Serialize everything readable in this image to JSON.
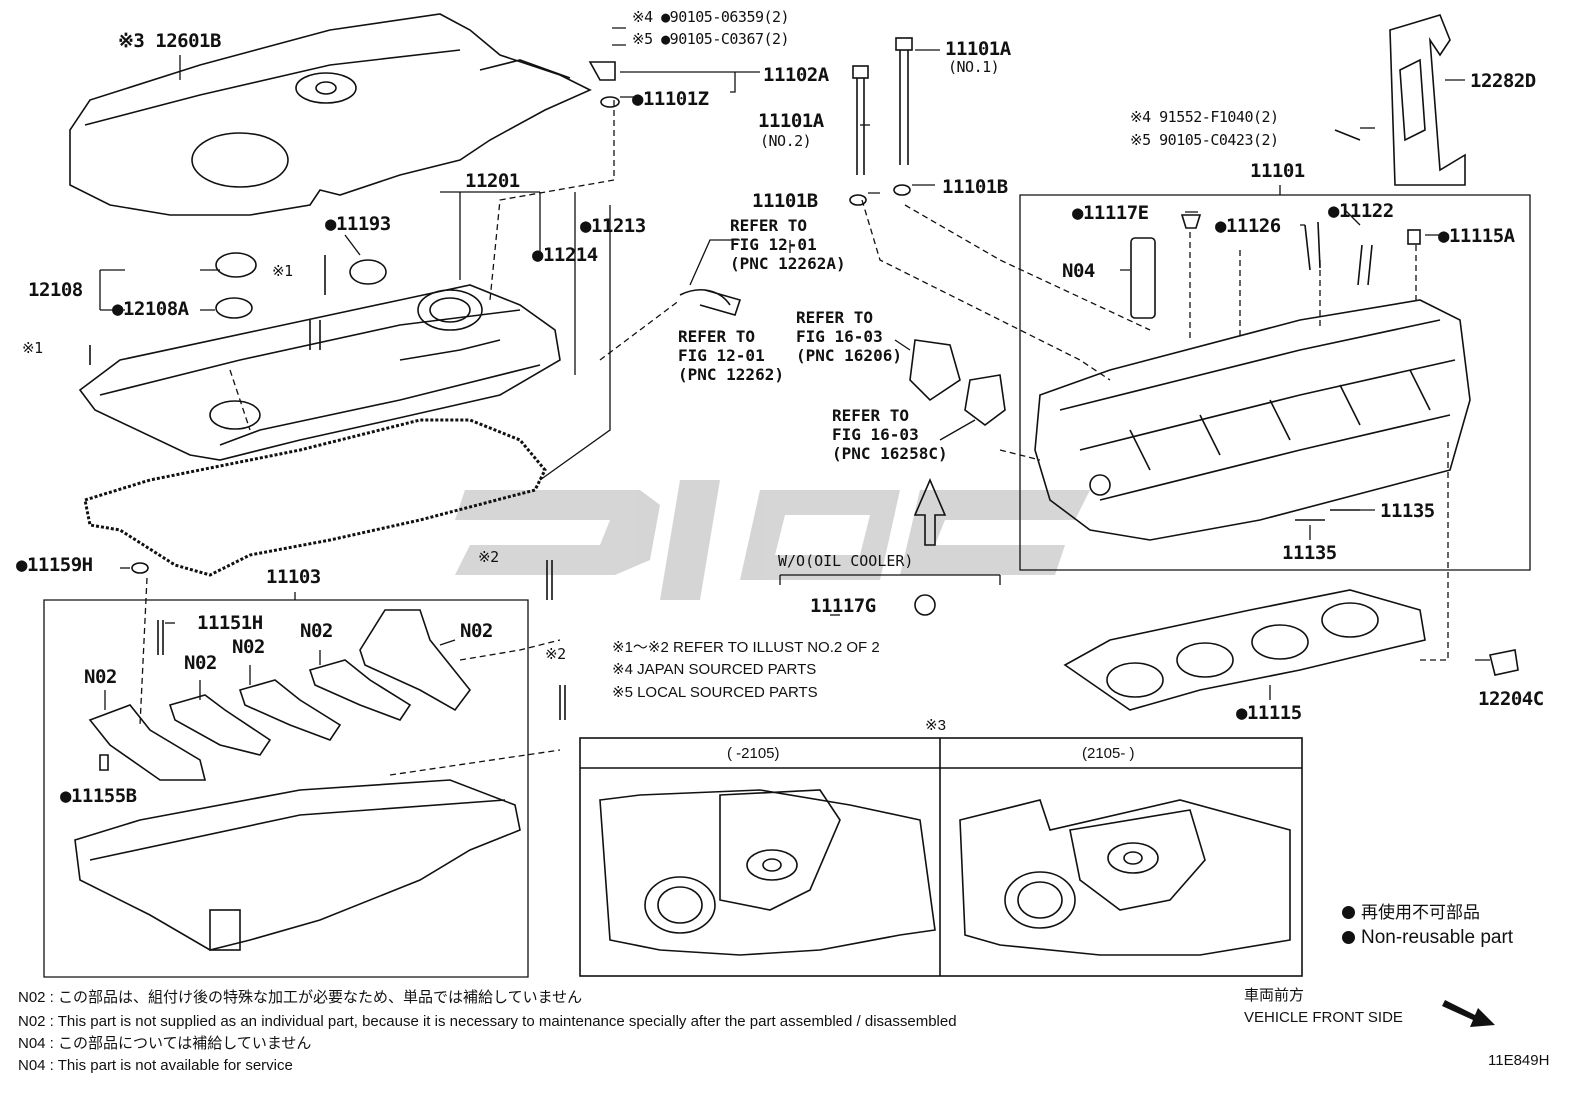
{
  "legend": {
    "dot_ja": "再使用不可部品",
    "dot_en": "Non-reusable part"
  },
  "front": {
    "ja": "車両前方",
    "en": "VEHICLE FRONT SIDE"
  },
  "figure_code": "11E849H",
  "notes": {
    "n02_ja": "N02 : この部品は、組付け後の特殊な加工が必要なため、単品では補給していません",
    "n02_en": "N02 : This part is not supplied as an individual part, because it is necessary to maintenance specially after the part assembled / disassembled",
    "n04_ja": "N04 : この部品については補給していません",
    "n04_en": "N04 : This part is not available for service"
  },
  "marks": {
    "m1_2": "※1～※2  REFER TO ILLUST NO.2 OF 2",
    "m4": "※4 JAPAN SOURCED PARTS",
    "m5": "※5 LOCAL SOURCED PARTS",
    "m3": "※3"
  },
  "variants": {
    "left": "(    -2105)",
    "right": "(2105-    )"
  },
  "oil_cooler": "W/O(OIL COOLER)",
  "refs": {
    "r1": "REFER TO\nFIG 12-01\n(PNC 12262A)",
    "r2": "REFER TO\nFIG 12-01\n(PNC 12262)",
    "r3": "REFER TO\nFIG 16-03\n(PNC 16206)",
    "r4": "REFER TO\nFIG 16-03\n(PNC 16258C)"
  },
  "parts": {
    "p12601B": "※3 12601B",
    "p90105_06359": "※4 ●90105-06359(2)",
    "p90105_C0367": "※5 ●90105-C0367(2)",
    "p11102A": "11102A",
    "p11101Z": "●11101Z",
    "p11101A_no1": "11101A",
    "no1": "(NO.1)",
    "p11101A_no2": "11101A",
    "no2": "(NO.2)",
    "p12282D": "12282D",
    "p91552": "※4 91552-F1040(2)",
    "p90105_C0423": "※5 90105-C0423(2)",
    "p11101B_l": "11101B",
    "p11101B_r": "11101B",
    "p11101": "11101",
    "p11201": "11201",
    "p11193": "●11193",
    "p11213": "●11213",
    "p11214": "●11214",
    "p12108": "12108",
    "p12108A": "●12108A",
    "mark1a": "※1",
    "mark1b": "※1",
    "p11117E": "●11117E",
    "p11126": "●11126",
    "p11122": "●11122",
    "p11115A": "●11115A",
    "pN04": "N04",
    "p11135a": "11135",
    "p11135b": "11135",
    "p11159H": "●11159H",
    "p11103": "11103",
    "mark2a": "※2",
    "mark2b": "※2",
    "p11151H": "11151H",
    "n02a": "N02",
    "n02b": "N02",
    "n02c": "N02",
    "n02d": "N02",
    "n02e": "N02",
    "p11155B": "●11155B",
    "p11117G": "11117G",
    "p11115": "●11115",
    "p12204C": "12204C"
  }
}
